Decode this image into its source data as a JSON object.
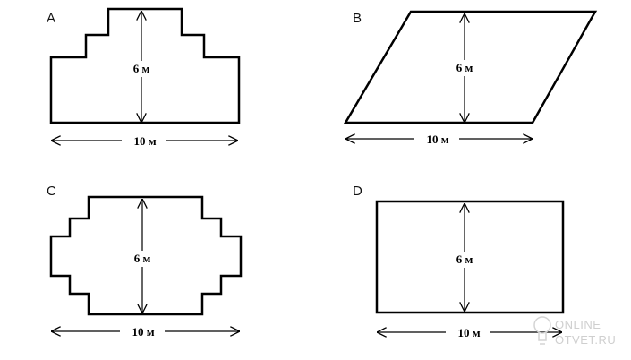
{
  "figures": [
    {
      "letter": "A",
      "height_label": "6 м",
      "width_label": "10 м"
    },
    {
      "letter": "B",
      "height_label": "6 м",
      "width_label": "10 м"
    },
    {
      "letter": "C",
      "height_label": "6 м",
      "width_label": "10 м"
    },
    {
      "letter": "D",
      "height_label": "6 м",
      "width_label": "10 м"
    }
  ],
  "watermark": {
    "line1": "ONLINE",
    "line2": "OTVET.RU"
  }
}
